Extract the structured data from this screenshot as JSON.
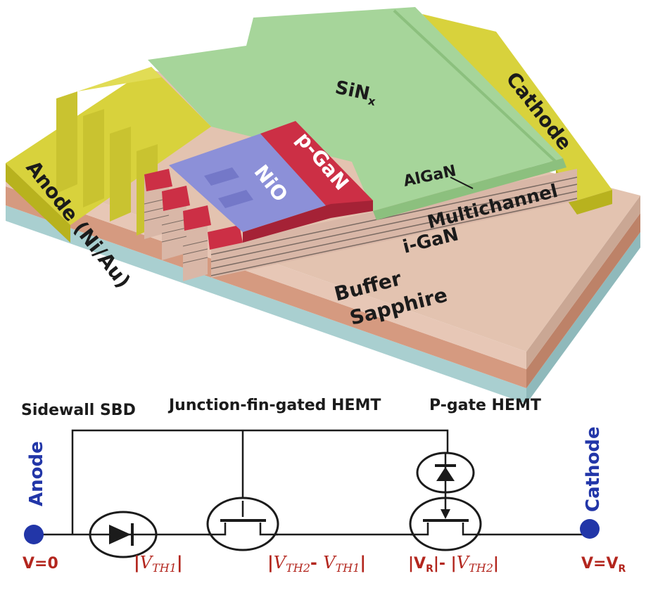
{
  "device": {
    "layers": {
      "sinx_main": "SiN",
      "sinx_sub": "x",
      "cathode": "Cathode",
      "anode": "Anode (Ni/Au)",
      "nio": "NiO",
      "pgan": "p-GaN",
      "algan": "AlGaN",
      "multichannel": "Multichannel",
      "igan": "i-GaN",
      "buffer": "Buffer",
      "sapphire": "Sapphire"
    }
  },
  "circuit": {
    "components": {
      "sbd": "Sidewall SBD",
      "jfg_hemt": "Junction-fin-gated HEMT",
      "pgate_hemt": "P-gate HEMT"
    },
    "terminals": {
      "anode": "Anode",
      "cathode": "Cathode",
      "v_anode": "V=0",
      "v_cathode_main": "V=V",
      "v_cathode_sub": "R"
    },
    "labels": {
      "v1_bar_l": "|",
      "v1_v": "V",
      "v1_sub": "TH1",
      "v1_bar_r": "|",
      "v2_bar_l": "|",
      "v2_v1": "V",
      "v2_sub1": "TH2",
      "v2_dash": "- ",
      "v2_v2": "V",
      "v2_sub2": "TH1",
      "v2_bar_r": "|",
      "v3_bar_l": "|V",
      "v3_r": "R",
      "v3_mid": "|- |",
      "v3_v": "V",
      "v3_sub": "TH2",
      "v3_bar_r": "|"
    }
  },
  "colors": {
    "sinx": "#a6d59a",
    "electrode": "#d8d23c",
    "nio": "#8c90d8",
    "pgan": "#cc2f45",
    "buffer": "#d7a48e",
    "sapphire": "#a9cfd0",
    "terminal": "#2236a8",
    "voltage": "#b3261e"
  }
}
